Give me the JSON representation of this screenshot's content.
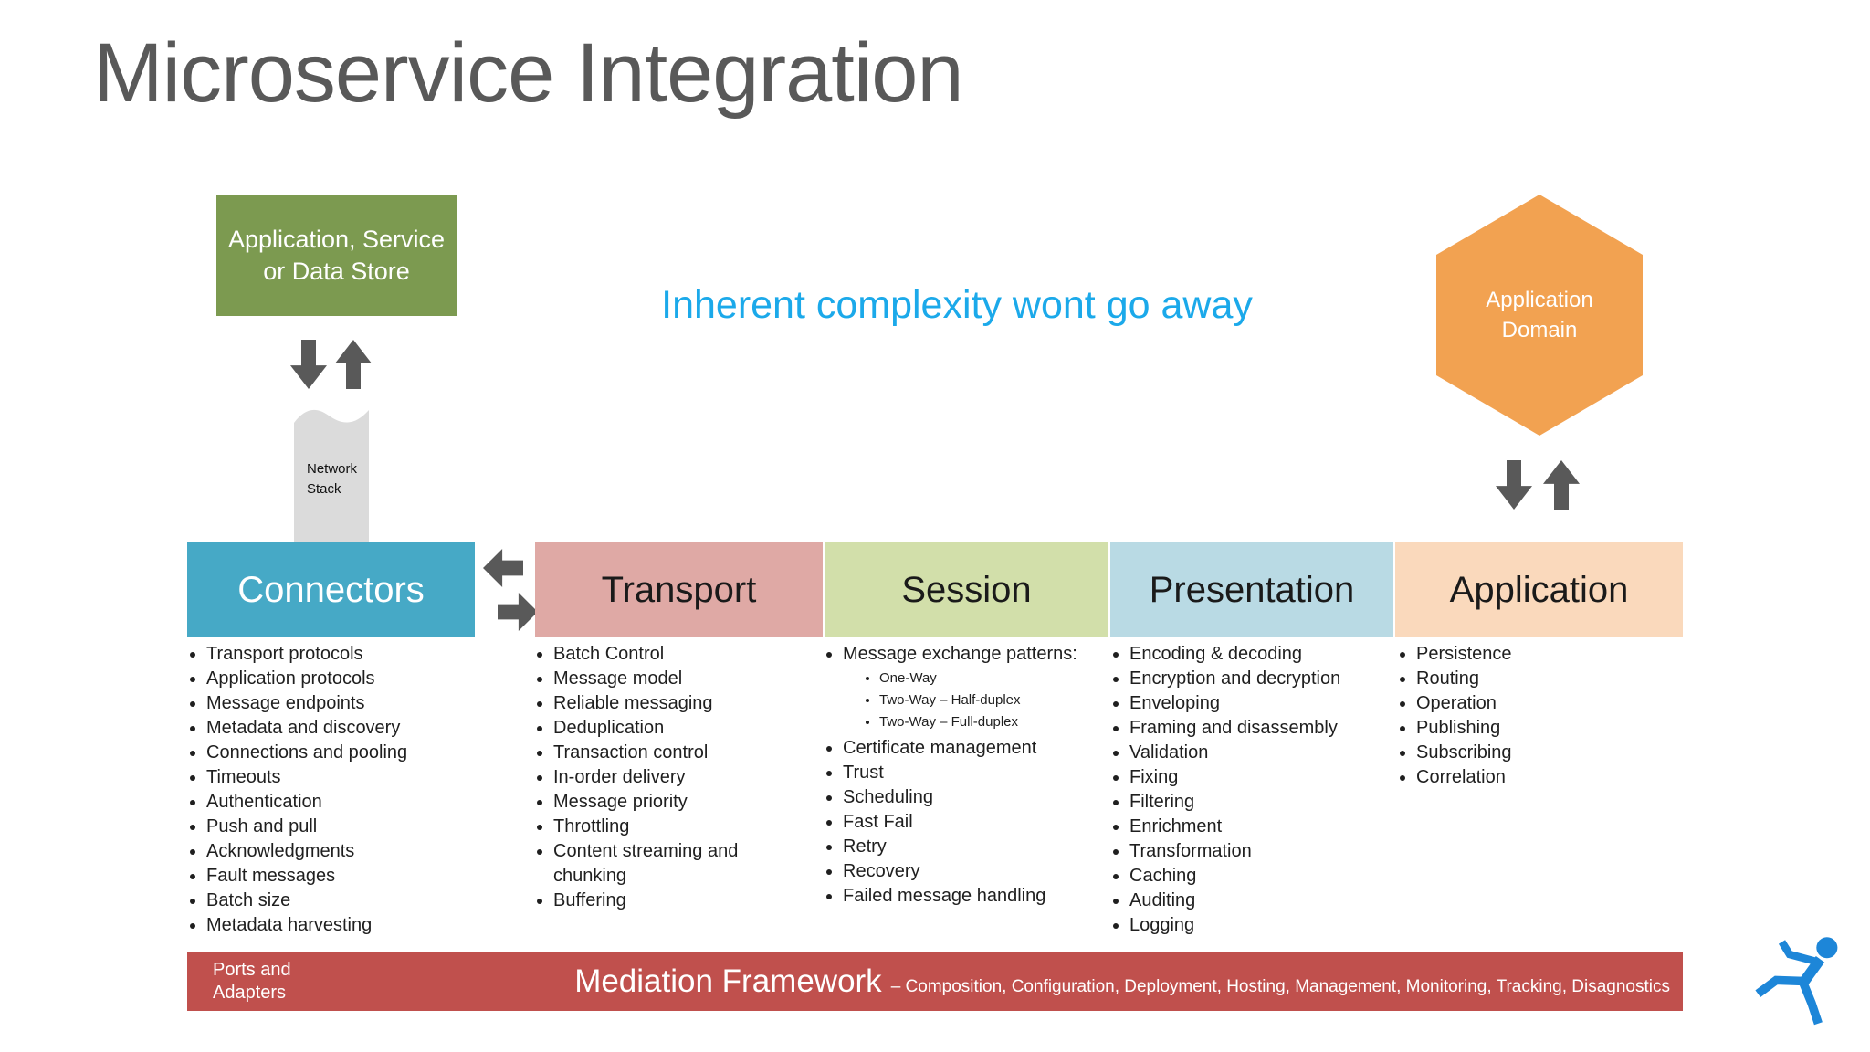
{
  "slide": {
    "title": "Microservice Integration",
    "headline": "Inherent complexity wont go away",
    "source_box_label": "Application, Service or Data Store",
    "network_stack": {
      "line1": "Network",
      "line2": "Stack"
    },
    "domain_hexagon": {
      "line1": "Application",
      "line2": "Domain"
    },
    "columns": [
      {
        "header": "Connectors",
        "items": [
          "Transport protocols",
          "Application protocols",
          "Message endpoints",
          "Metadata and discovery",
          "Connections and pooling",
          "Timeouts",
          "Authentication",
          "Push and pull",
          "Acknowledgments",
          "Fault messages",
          "Batch size",
          "Metadata harvesting"
        ]
      },
      {
        "header": "Transport",
        "items": [
          "Batch Control",
          "Message model",
          "Reliable messaging",
          "Deduplication",
          "Transaction control",
          "In-order delivery",
          "Message priority",
          "Throttling",
          "Content streaming and chunking",
          "Buffering"
        ]
      },
      {
        "header": "Session",
        "items": [
          {
            "text": "Message exchange patterns:",
            "sub": [
              "One-Way",
              "Two-Way – Half-duplex",
              "Two-Way – Full-duplex"
            ]
          },
          "Certificate management",
          "Trust",
          "Scheduling",
          "Fast Fail",
          "Retry",
          "Recovery",
          "Failed message handling"
        ]
      },
      {
        "header": "Presentation",
        "items": [
          "Encoding & decoding",
          "Encryption and decryption",
          "Enveloping",
          "Framing and disassembly",
          "Validation",
          "Fixing",
          "Filtering",
          "Enrichment",
          "Transformation",
          "Caching",
          "Auditing",
          "Logging"
        ]
      },
      {
        "header": "Application",
        "items": [
          "Persistence",
          "Routing",
          "Operation",
          "Publishing",
          "Subscribing",
          "Correlation"
        ]
      }
    ],
    "footer": {
      "left_line1": "Ports and",
      "left_line2": "Adapters",
      "title": "Mediation Framework",
      "subtitle": "– Composition, Configuration, Deployment, Hosting, Management, Monitoring, Tracking, Disagnostics"
    },
    "colors": {
      "title_gray": "#595959",
      "headline_cyan": "#1BA9EA",
      "source_box_green": "#7C9A50",
      "hexagon_orange": "#F2A251",
      "arrow_gray": "#595959",
      "network_stack_gray": "#DBDBDB",
      "connectors_teal": "#46A9C6",
      "transport_pink": "#DFA9A5",
      "session_green": "#D2DFAA",
      "presentation_blue": "#B9DAE4",
      "application_peach": "#FAD9BC",
      "footer_red": "#C0504D",
      "logo_blue": "#1D86D8"
    }
  }
}
